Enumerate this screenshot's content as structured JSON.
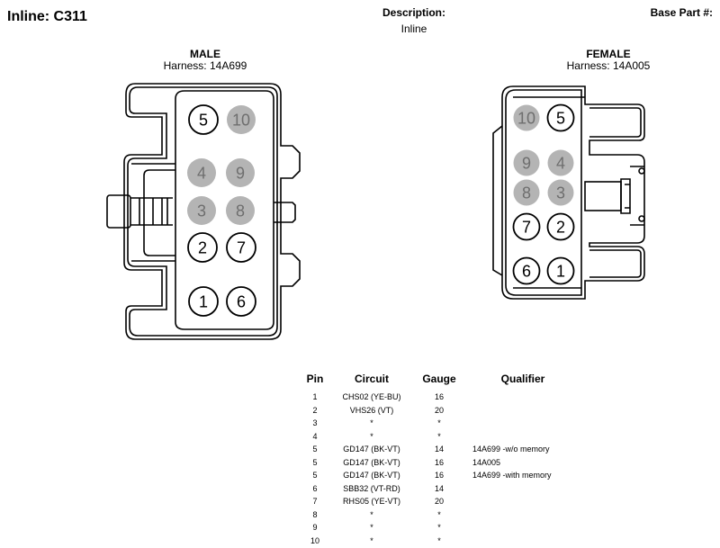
{
  "header": {
    "title": "Inline: C311",
    "description_label": "Description:",
    "description_value": "Inline",
    "base_part_label": "Base Part #:"
  },
  "male": {
    "label": "MALE",
    "harness": "Harness: 14A699",
    "pins": [
      {
        "num": "5",
        "active": true
      },
      {
        "num": "10",
        "active": false
      },
      {
        "num": "4",
        "active": false
      },
      {
        "num": "9",
        "active": false
      },
      {
        "num": "3",
        "active": false
      },
      {
        "num": "8",
        "active": false
      },
      {
        "num": "2",
        "active": true
      },
      {
        "num": "7",
        "active": true
      },
      {
        "num": "1",
        "active": true
      },
      {
        "num": "6",
        "active": true
      }
    ]
  },
  "female": {
    "label": "FEMALE",
    "harness": "Harness: 14A005",
    "pins": [
      {
        "num": "10",
        "active": false
      },
      {
        "num": "5",
        "active": true
      },
      {
        "num": "9",
        "active": false
      },
      {
        "num": "4",
        "active": false
      },
      {
        "num": "8",
        "active": false
      },
      {
        "num": "3",
        "active": false
      },
      {
        "num": "7",
        "active": true
      },
      {
        "num": "2",
        "active": true
      },
      {
        "num": "6",
        "active": true
      },
      {
        "num": "1",
        "active": true
      }
    ]
  },
  "colors": {
    "pin_active_fill": "#ffffff",
    "pin_inactive_fill": "#b4b4b4",
    "pin_inactive_text": "#6e6e6e",
    "outline": "#000000"
  },
  "table": {
    "headers": {
      "pin": "Pin",
      "circuit": "Circuit",
      "gauge": "Gauge",
      "qualifier": "Qualifier"
    },
    "rows": [
      {
        "pin": "1",
        "circuit": "CHS02 (YE-BU)",
        "gauge": "16",
        "qualifier": ""
      },
      {
        "pin": "2",
        "circuit": "VHS26 (VT)",
        "gauge": "20",
        "qualifier": ""
      },
      {
        "pin": "3",
        "circuit": "*",
        "gauge": "*",
        "qualifier": ""
      },
      {
        "pin": "4",
        "circuit": "*",
        "gauge": "*",
        "qualifier": ""
      },
      {
        "pin": "5",
        "circuit": "GD147 (BK-VT)",
        "gauge": "14",
        "qualifier": "14A699 -w/o memory"
      },
      {
        "pin": "5",
        "circuit": "GD147 (BK-VT)",
        "gauge": "16",
        "qualifier": "14A005"
      },
      {
        "pin": "5",
        "circuit": "GD147 (BK-VT)",
        "gauge": "16",
        "qualifier": "14A699 -with memory"
      },
      {
        "pin": "6",
        "circuit": "SBB32 (VT-RD)",
        "gauge": "14",
        "qualifier": ""
      },
      {
        "pin": "7",
        "circuit": "RHS05 (YE-VT)",
        "gauge": "20",
        "qualifier": ""
      },
      {
        "pin": "8",
        "circuit": "*",
        "gauge": "*",
        "qualifier": ""
      },
      {
        "pin": "9",
        "circuit": "*",
        "gauge": "*",
        "qualifier": ""
      },
      {
        "pin": "10",
        "circuit": "*",
        "gauge": "*",
        "qualifier": ""
      }
    ]
  }
}
